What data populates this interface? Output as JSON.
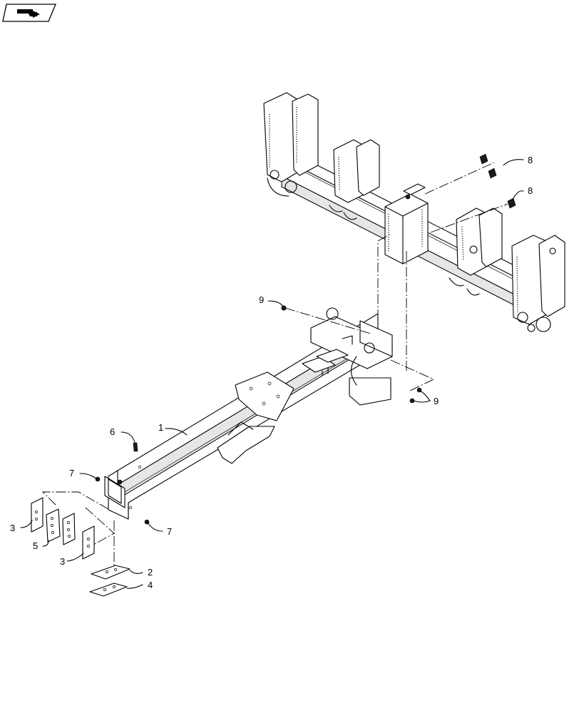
{
  "colors": {
    "line": "#000000",
    "background": "#ffffff",
    "shade": "#e6e6e6"
  },
  "header": {
    "icon": "book-page-icon"
  },
  "callouts": {
    "c1": "1",
    "c2": "2",
    "c3a": "3",
    "c3b": "3",
    "c4": "4",
    "c5": "5",
    "c6": "6",
    "c7a": "7",
    "c7b": "7",
    "c8a": "8",
    "c8b": "8",
    "c9a": "9",
    "c9b": "9"
  }
}
